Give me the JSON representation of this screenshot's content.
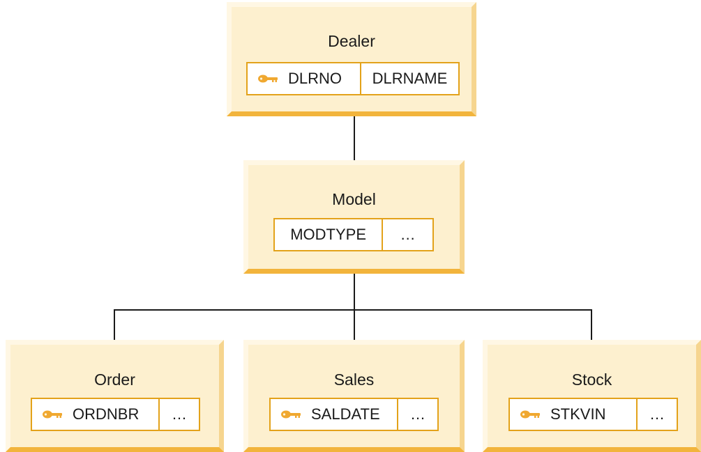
{
  "colors": {
    "box_fill": "#fdf0cf",
    "box_shadow": "#f2b43c",
    "field_border": "#e3a21a",
    "key_icon": "#f0a830",
    "connector": "#1a1a1a"
  },
  "nodes": [
    {
      "id": "dealer",
      "title": "Dealer",
      "fields": [
        {
          "label": "DLRNO",
          "key": true,
          "icon": "key-icon"
        },
        {
          "label": "DLRNAME",
          "key": false
        }
      ]
    },
    {
      "id": "model",
      "title": "Model",
      "fields": [
        {
          "label": "MODTYPE",
          "key": false
        },
        {
          "label": "…",
          "key": false
        }
      ]
    },
    {
      "id": "order",
      "title": "Order",
      "fields": [
        {
          "label": "ORDNBR",
          "key": true,
          "icon": "key-icon"
        },
        {
          "label": "…",
          "key": false
        }
      ]
    },
    {
      "id": "sales",
      "title": "Sales",
      "fields": [
        {
          "label": "SALDATE",
          "key": true,
          "icon": "key-icon"
        },
        {
          "label": "…",
          "key": false
        }
      ]
    },
    {
      "id": "stock",
      "title": "Stock",
      "fields": [
        {
          "label": "STKVIN",
          "key": true,
          "icon": "key-icon"
        },
        {
          "label": "…",
          "key": false
        }
      ]
    }
  ],
  "edges": [
    {
      "from": "Dealer",
      "to": "Model"
    },
    {
      "from": "Model",
      "to": "Order"
    },
    {
      "from": "Model",
      "to": "Sales"
    },
    {
      "from": "Model",
      "to": "Stock"
    }
  ]
}
